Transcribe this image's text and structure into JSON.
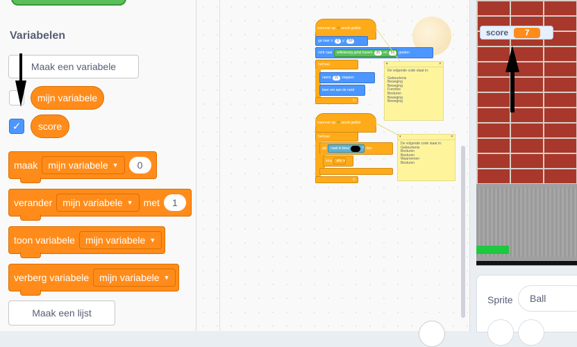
{
  "palette": {
    "section_title": "Variabelen",
    "make_variable_label": "Maak een variabele",
    "variables": [
      {
        "name": "mijn variabele",
        "checked": false
      },
      {
        "name": "score",
        "checked": true
      }
    ],
    "blocks": {
      "set": {
        "label": "maak",
        "dropdown": "mijn variabele",
        "value": "0"
      },
      "change": {
        "label": "verander",
        "dropdown": "mijn variabele",
        "met": "met",
        "value": "1"
      },
      "show": {
        "label": "toon variabele",
        "dropdown": "mijn variabele"
      },
      "hide": {
        "label": "verberg variabele",
        "dropdown": "mijn variabele"
      }
    },
    "make_list_label": "Maak een lijst"
  },
  "script": {
    "s1": {
      "hat": "wanneer op",
      "hat2": "wordt geklikt",
      "goto": "ga naar x:",
      "goto_x": "0",
      "goto_y_label": "y:",
      "goto_y": "50",
      "point": "richt naar",
      "point_op": "willekeurig getal tussen",
      "point_a": "35",
      "point_en": "en",
      "point_b": "55",
      "point_unit": "graden",
      "forever": "herhaal",
      "move": "neem",
      "move_n": "15",
      "move_unit": "stappen",
      "bounce": "keer om aan de rand"
    },
    "s2": {
      "hat": "wanneer op",
      "hat2": "wordt geklikt",
      "forever": "herhaal",
      "if": "als",
      "touch": "raak ik kleur",
      "q": "?",
      "then": "dan",
      "stop": "stop",
      "stop_opt": "alle"
    },
    "note1": {
      "lines": [
        "De volgende code staat in:",
        "",
        "Gebeurtenis",
        "Beweging",
        "Beweging",
        "Functies",
        "Besturen",
        "Beweging",
        "Beweging"
      ]
    },
    "note2": {
      "lines": [
        "De volgende code staat in:",
        "Gebeurtenis",
        "Besturen",
        "Besturen",
        "Waarnemen",
        "Besturen"
      ]
    }
  },
  "stage": {
    "monitor_label": "score",
    "monitor_value": "7"
  },
  "sprite_info": {
    "label": "Sprite",
    "name": "Ball"
  },
  "colors": {
    "variables": "#ff8c1a",
    "events": "#ffab19",
    "motion": "#4c97ff",
    "sensing": "#5cb1d6",
    "checkbox_on": "#4c97ff"
  }
}
